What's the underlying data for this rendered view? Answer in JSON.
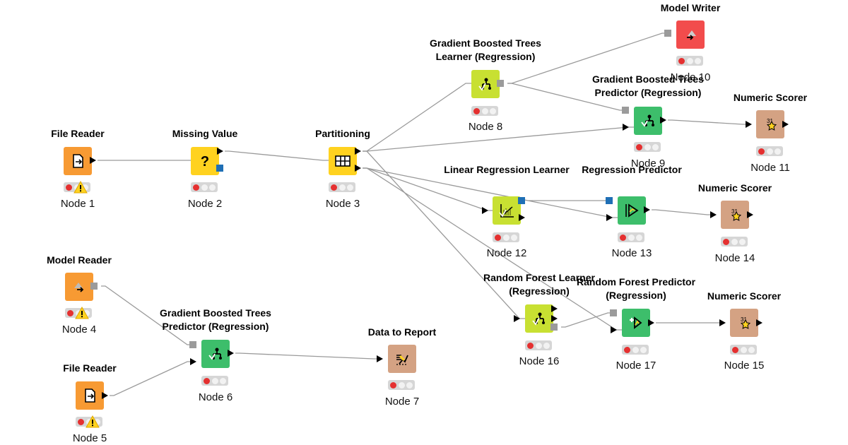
{
  "colors": {
    "reader": "#f79a33",
    "manipulator": "#ffd21f",
    "learner": "#c8e032",
    "predictor": "#3dbe6b",
    "scorer": "#d4a283",
    "writer": "#f24c4c",
    "report": "#d4a283",
    "edge": "#9a9a9a"
  },
  "nodes": [
    {
      "id": "n1",
      "title": "File Reader",
      "label": "Node 1",
      "kind": "reader",
      "icon": "file-reader-icon",
      "status": "red",
      "warning": true
    },
    {
      "id": "n2",
      "title": "Missing Value",
      "label": "Node 2",
      "kind": "manipulator",
      "icon": "missing-value-icon",
      "status": "red",
      "warning": false
    },
    {
      "id": "n3",
      "title": "Partitioning",
      "label": "Node 3",
      "kind": "manipulator",
      "icon": "partitioning-icon",
      "status": "red",
      "warning": false
    },
    {
      "id": "n8",
      "title": "Gradient Boosted Trees Learner (Regression)",
      "label": "Node 8",
      "kind": "learner",
      "icon": "tree-learner-icon",
      "status": "red",
      "warning": false
    },
    {
      "id": "n10",
      "title": "Model Writer",
      "label": "Node 10",
      "kind": "writer",
      "icon": "model-writer-icon",
      "status": "red",
      "warning": false
    },
    {
      "id": "n9",
      "title": "Gradient Boosted Trees Predictor (Regression)",
      "label": "Node 9",
      "kind": "predictor",
      "icon": "tree-predictor-icon",
      "status": "red",
      "warning": false
    },
    {
      "id": "n11",
      "title": "Numeric Scorer",
      "label": "Node 11",
      "kind": "scorer",
      "icon": "scorer-icon",
      "status": "red",
      "warning": false
    },
    {
      "id": "n12",
      "title": "Linear Regression Learner",
      "label": "Node 12",
      "kind": "learner",
      "icon": "linear-regression-icon",
      "status": "red",
      "warning": false
    },
    {
      "id": "n13",
      "title": "Regression Predictor",
      "label": "Node 13",
      "kind": "predictor",
      "icon": "regression-predictor-icon",
      "status": "red",
      "warning": false
    },
    {
      "id": "n14",
      "title": "Numeric Scorer",
      "label": "Node 14",
      "kind": "scorer",
      "icon": "scorer-icon",
      "status": "red",
      "warning": false
    },
    {
      "id": "n4",
      "title": "Model Reader",
      "label": "Node 4",
      "kind": "reader",
      "icon": "model-reader-icon",
      "status": "red",
      "warning": true
    },
    {
      "id": "n6",
      "title": "Gradient Boosted Trees Predictor (Regression)",
      "label": "Node 6",
      "kind": "predictor",
      "icon": "tree-predictor-icon",
      "status": "red",
      "warning": false
    },
    {
      "id": "n7",
      "title": "Data to Report",
      "label": "Node 7",
      "kind": "report",
      "icon": "data-to-report-icon",
      "status": "red",
      "warning": false
    },
    {
      "id": "n5",
      "title": "File Reader",
      "label": "Node 5",
      "kind": "reader",
      "icon": "file-reader-icon",
      "status": "red",
      "warning": true
    },
    {
      "id": "n16",
      "title": "Random Forest Learner (Regression)",
      "label": "Node 16",
      "kind": "learner",
      "icon": "tree-learner-icon",
      "status": "red",
      "warning": false
    },
    {
      "id": "n17",
      "title": "Random Forest Predictor (Regression)",
      "label": "Node 17",
      "kind": "predictor",
      "icon": "forest-predictor-icon",
      "status": "red",
      "warning": false
    },
    {
      "id": "n15",
      "title": "Numeric Scorer",
      "label": "Node 15",
      "kind": "scorer",
      "icon": "scorer-icon",
      "status": "red",
      "warning": false
    }
  ]
}
